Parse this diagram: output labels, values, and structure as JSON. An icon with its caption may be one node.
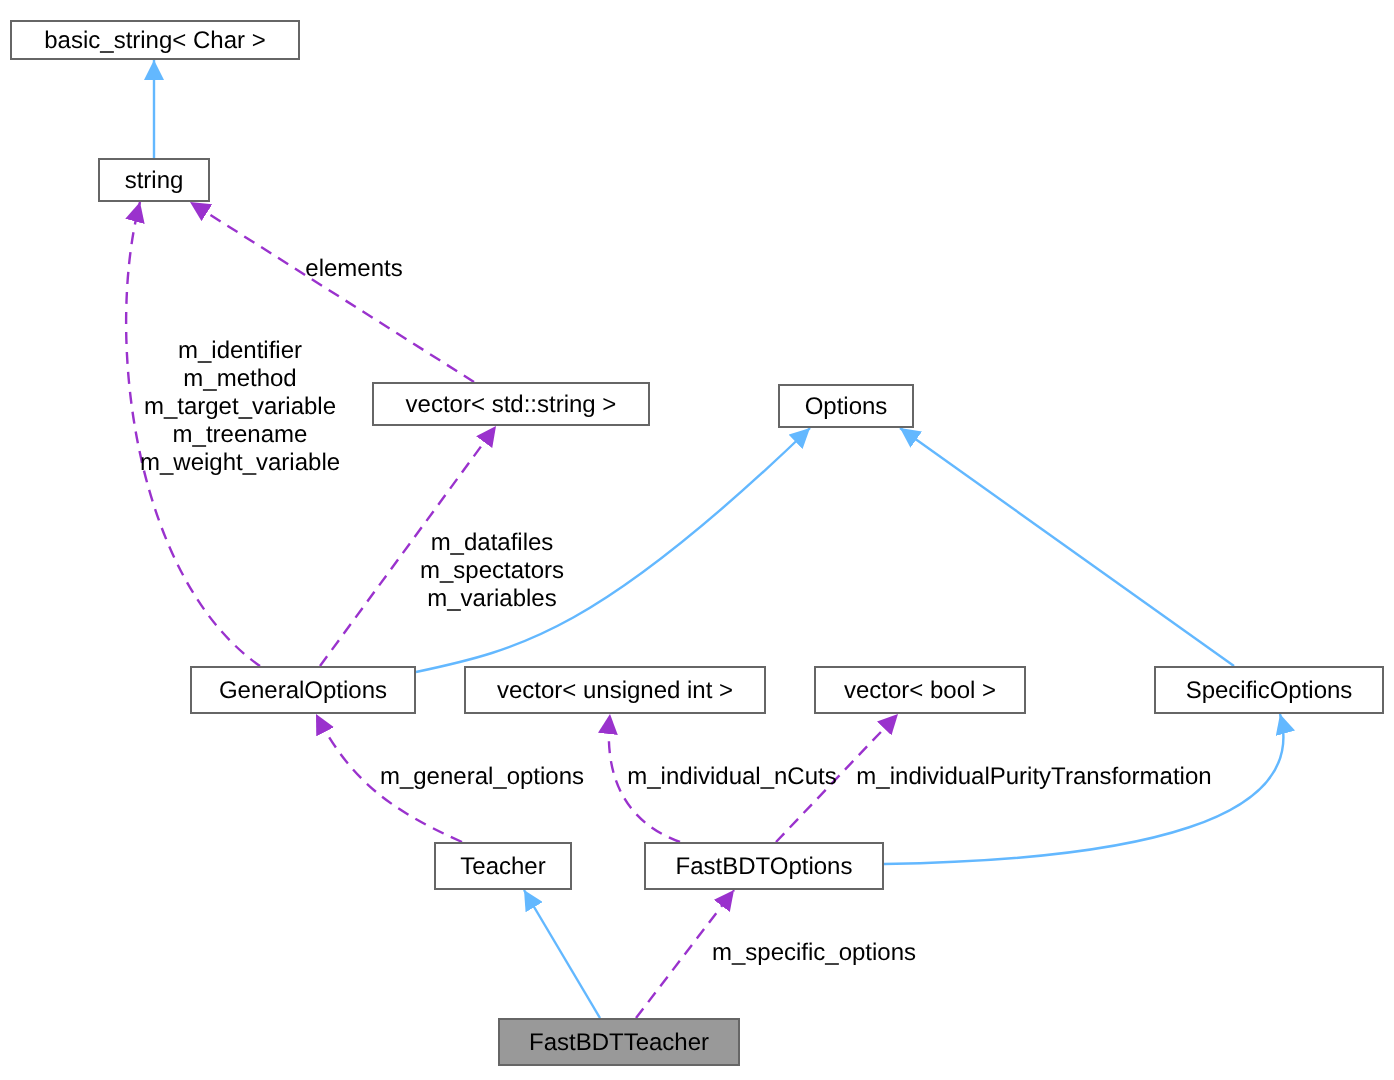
{
  "diagram": {
    "nodes": [
      {
        "text": [
          "basic_string< Char >"
        ]
      },
      {
        "text": [
          "string"
        ]
      },
      {
        "text": [
          "vector< std::string >"
        ]
      },
      {
        "text": [
          "Options"
        ]
      },
      {
        "text": [
          "GeneralOptions"
        ]
      },
      {
        "text": [
          "vector< unsigned int >"
        ]
      },
      {
        "text": [
          "vector< bool >"
        ]
      },
      {
        "text": [
          "SpecificOptions"
        ]
      },
      {
        "text": [
          "Teacher"
        ]
      },
      {
        "text": [
          "FastBDTOptions"
        ]
      },
      {
        "text": [
          "FastBDTTeacher"
        ]
      }
    ],
    "edges": [
      {
        "from": 1,
        "to": 0,
        "arrow": "to",
        "color": "#63b8ff"
      },
      {
        "from": 2,
        "to": 1,
        "arrow": "to",
        "style": "dashed",
        "label": "elements"
      },
      {
        "from": 4,
        "to": 1,
        "arrow": "to",
        "style": "dashed",
        "label": "m_identifier m_method m_target_variable m_treename m_weight_variable"
      },
      {
        "from": 4,
        "to": 2,
        "arrow": "to",
        "style": "dashed",
        "label": "m_datafiles m_spectators m_variables"
      },
      {
        "from": 4,
        "to": 3,
        "arrow": "to",
        "color": "#63b8ff"
      },
      {
        "from": 7,
        "to": 3,
        "arrow": "to",
        "color": "#63b8ff"
      },
      {
        "from": 8,
        "to": 4,
        "arrow": "to",
        "style": "dashed",
        "label": "m_general_options"
      },
      {
        "from": 9,
        "to": 5,
        "arrow": "to",
        "style": "dashed",
        "label": "m_individual_nCuts"
      },
      {
        "from": 9,
        "to": 6,
        "arrow": "to",
        "style": "dashed",
        "label": "m_individualPurityTransformation"
      },
      {
        "from": 9,
        "to": 7,
        "arrow": "to",
        "color": "#63b8ff"
      },
      {
        "from": 10,
        "to": 8,
        "arrow": "to",
        "color": "#63b8ff"
      },
      {
        "from": 10,
        "to": 9,
        "arrow": "to",
        "style": "dashed",
        "label": "m_specific_options"
      }
    ]
  }
}
